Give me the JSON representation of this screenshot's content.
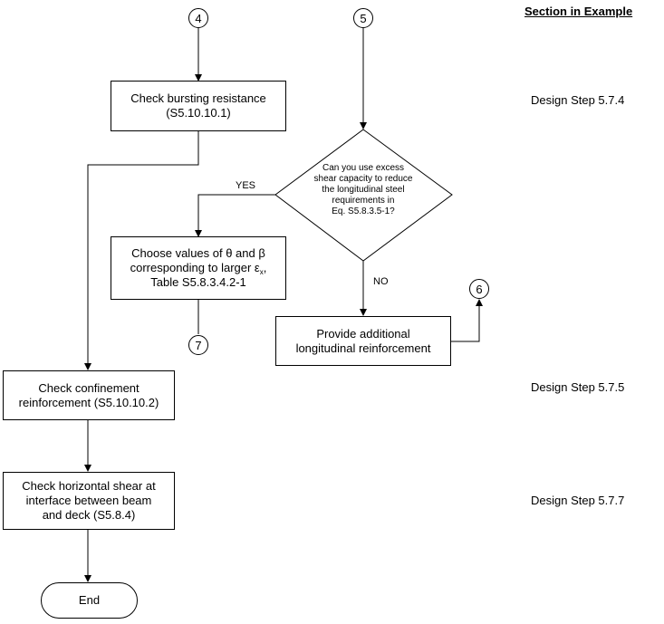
{
  "header": "Section in Example",
  "connectors": {
    "c4": "4",
    "c5": "5",
    "c6": "6",
    "c7": "7"
  },
  "steps": {
    "bursting_l1": "Check bursting resistance",
    "bursting_l2": "(S5.10.10.1)",
    "decision_l1": "Can you use excess",
    "decision_l2": "shear capacity to reduce",
    "decision_l3": "the longitudinal steel",
    "decision_l4": "requirements in",
    "decision_l5": "Eq. S5.8.3.5-1?",
    "choose_l1": "Choose values of θ and β",
    "choose_l2_pre": "corresponding to larger ε",
    "choose_l2_sub": "x",
    "choose_l2_post": ",",
    "choose_l3": "Table S5.8.3.4.2-1",
    "provide_l1": "Provide additional",
    "provide_l2": "longitudinal reinforcement",
    "confinement_l1": "Check confinement",
    "confinement_l2": "reinforcement (S5.10.10.2)",
    "horizontal_l1": "Check horizontal shear at",
    "horizontal_l2": "interface between beam",
    "horizontal_l3": "and deck (S5.8.4)",
    "end": "End"
  },
  "branch_labels": {
    "yes": "YES",
    "no": "NO"
  },
  "section_refs": {
    "bursting": "Design Step 5.7.4",
    "confinement": "Design Step 5.7.5",
    "horizontal": "Design Step 5.7.7"
  }
}
